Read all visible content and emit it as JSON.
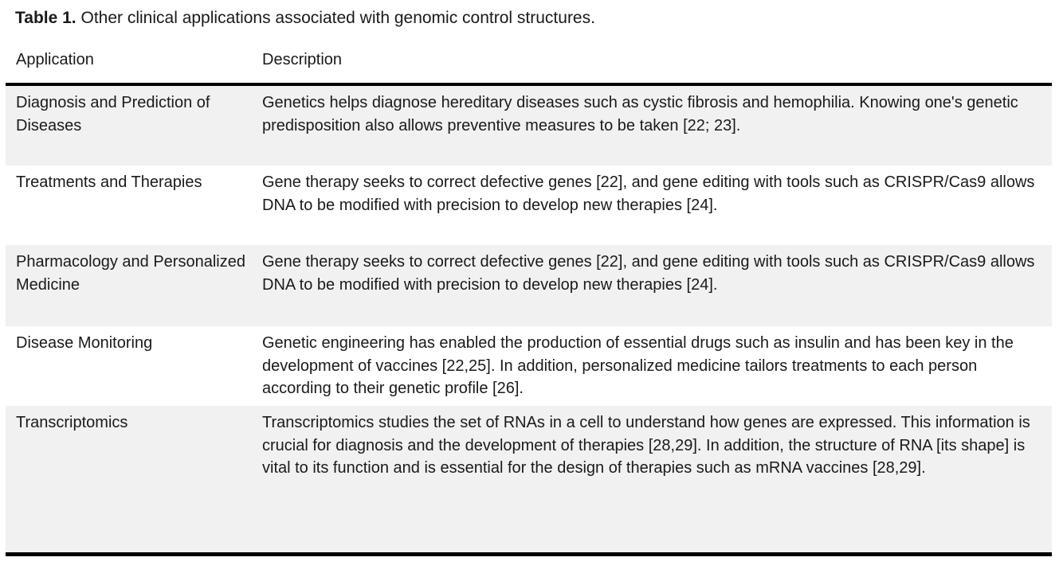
{
  "caption": {
    "label": "Table 1.",
    "text": "Other clinical applications associated with genomic control structures."
  },
  "table": {
    "columns": [
      {
        "key": "application",
        "header": "Application"
      },
      {
        "key": "description",
        "header": "Description"
      }
    ],
    "rows": [
      {
        "application": "Diagnosis and Prediction of Diseases",
        "description": "Genetics helps diagnose hereditary diseases such as cystic fibrosis and hemophilia. Knowing one's genetic predisposition also allows preventive measures to be taken [22; 23].",
        "shaded": true
      },
      {
        "application": "Treatments and Therapies",
        "description": "Gene therapy seeks to correct defective genes [22], and gene editing with tools such as CRISPR/Cas9 allows DNA to be modified with precision to develop new therapies [24].",
        "shaded": false
      },
      {
        "application": "Pharmacology and Personalized Medicine",
        "description": "Gene therapy seeks to correct defective genes [22], and gene editing with tools such as CRISPR/Cas9 allows DNA to be modified with precision to develop new therapies [24].",
        "shaded": true
      },
      {
        "application": "Disease Monitoring",
        "description": "Genetic engineering has enabled the production of essential drugs such as insulin and has been key in the development of vaccines [22,25]. In addition, personalized medicine tailors treatments to each person according to their genetic profile [26].",
        "shaded": false
      },
      {
        "application": "Transcriptomics",
        "description": "Transcriptomics studies the set of RNAs in a cell to understand how genes are expressed. This information is crucial for diagnosis and the development of therapies [28,29]. In addition, the structure of RNA [its shape] is vital to its function and is essential for the design of therapies such as mRNA vaccines [28,29].",
        "shaded": true
      }
    ]
  },
  "colors": {
    "page_background": "#ffffff",
    "band_shaded": "#f1f1f1",
    "rule": "#000000",
    "text": "#1a1a1a"
  }
}
